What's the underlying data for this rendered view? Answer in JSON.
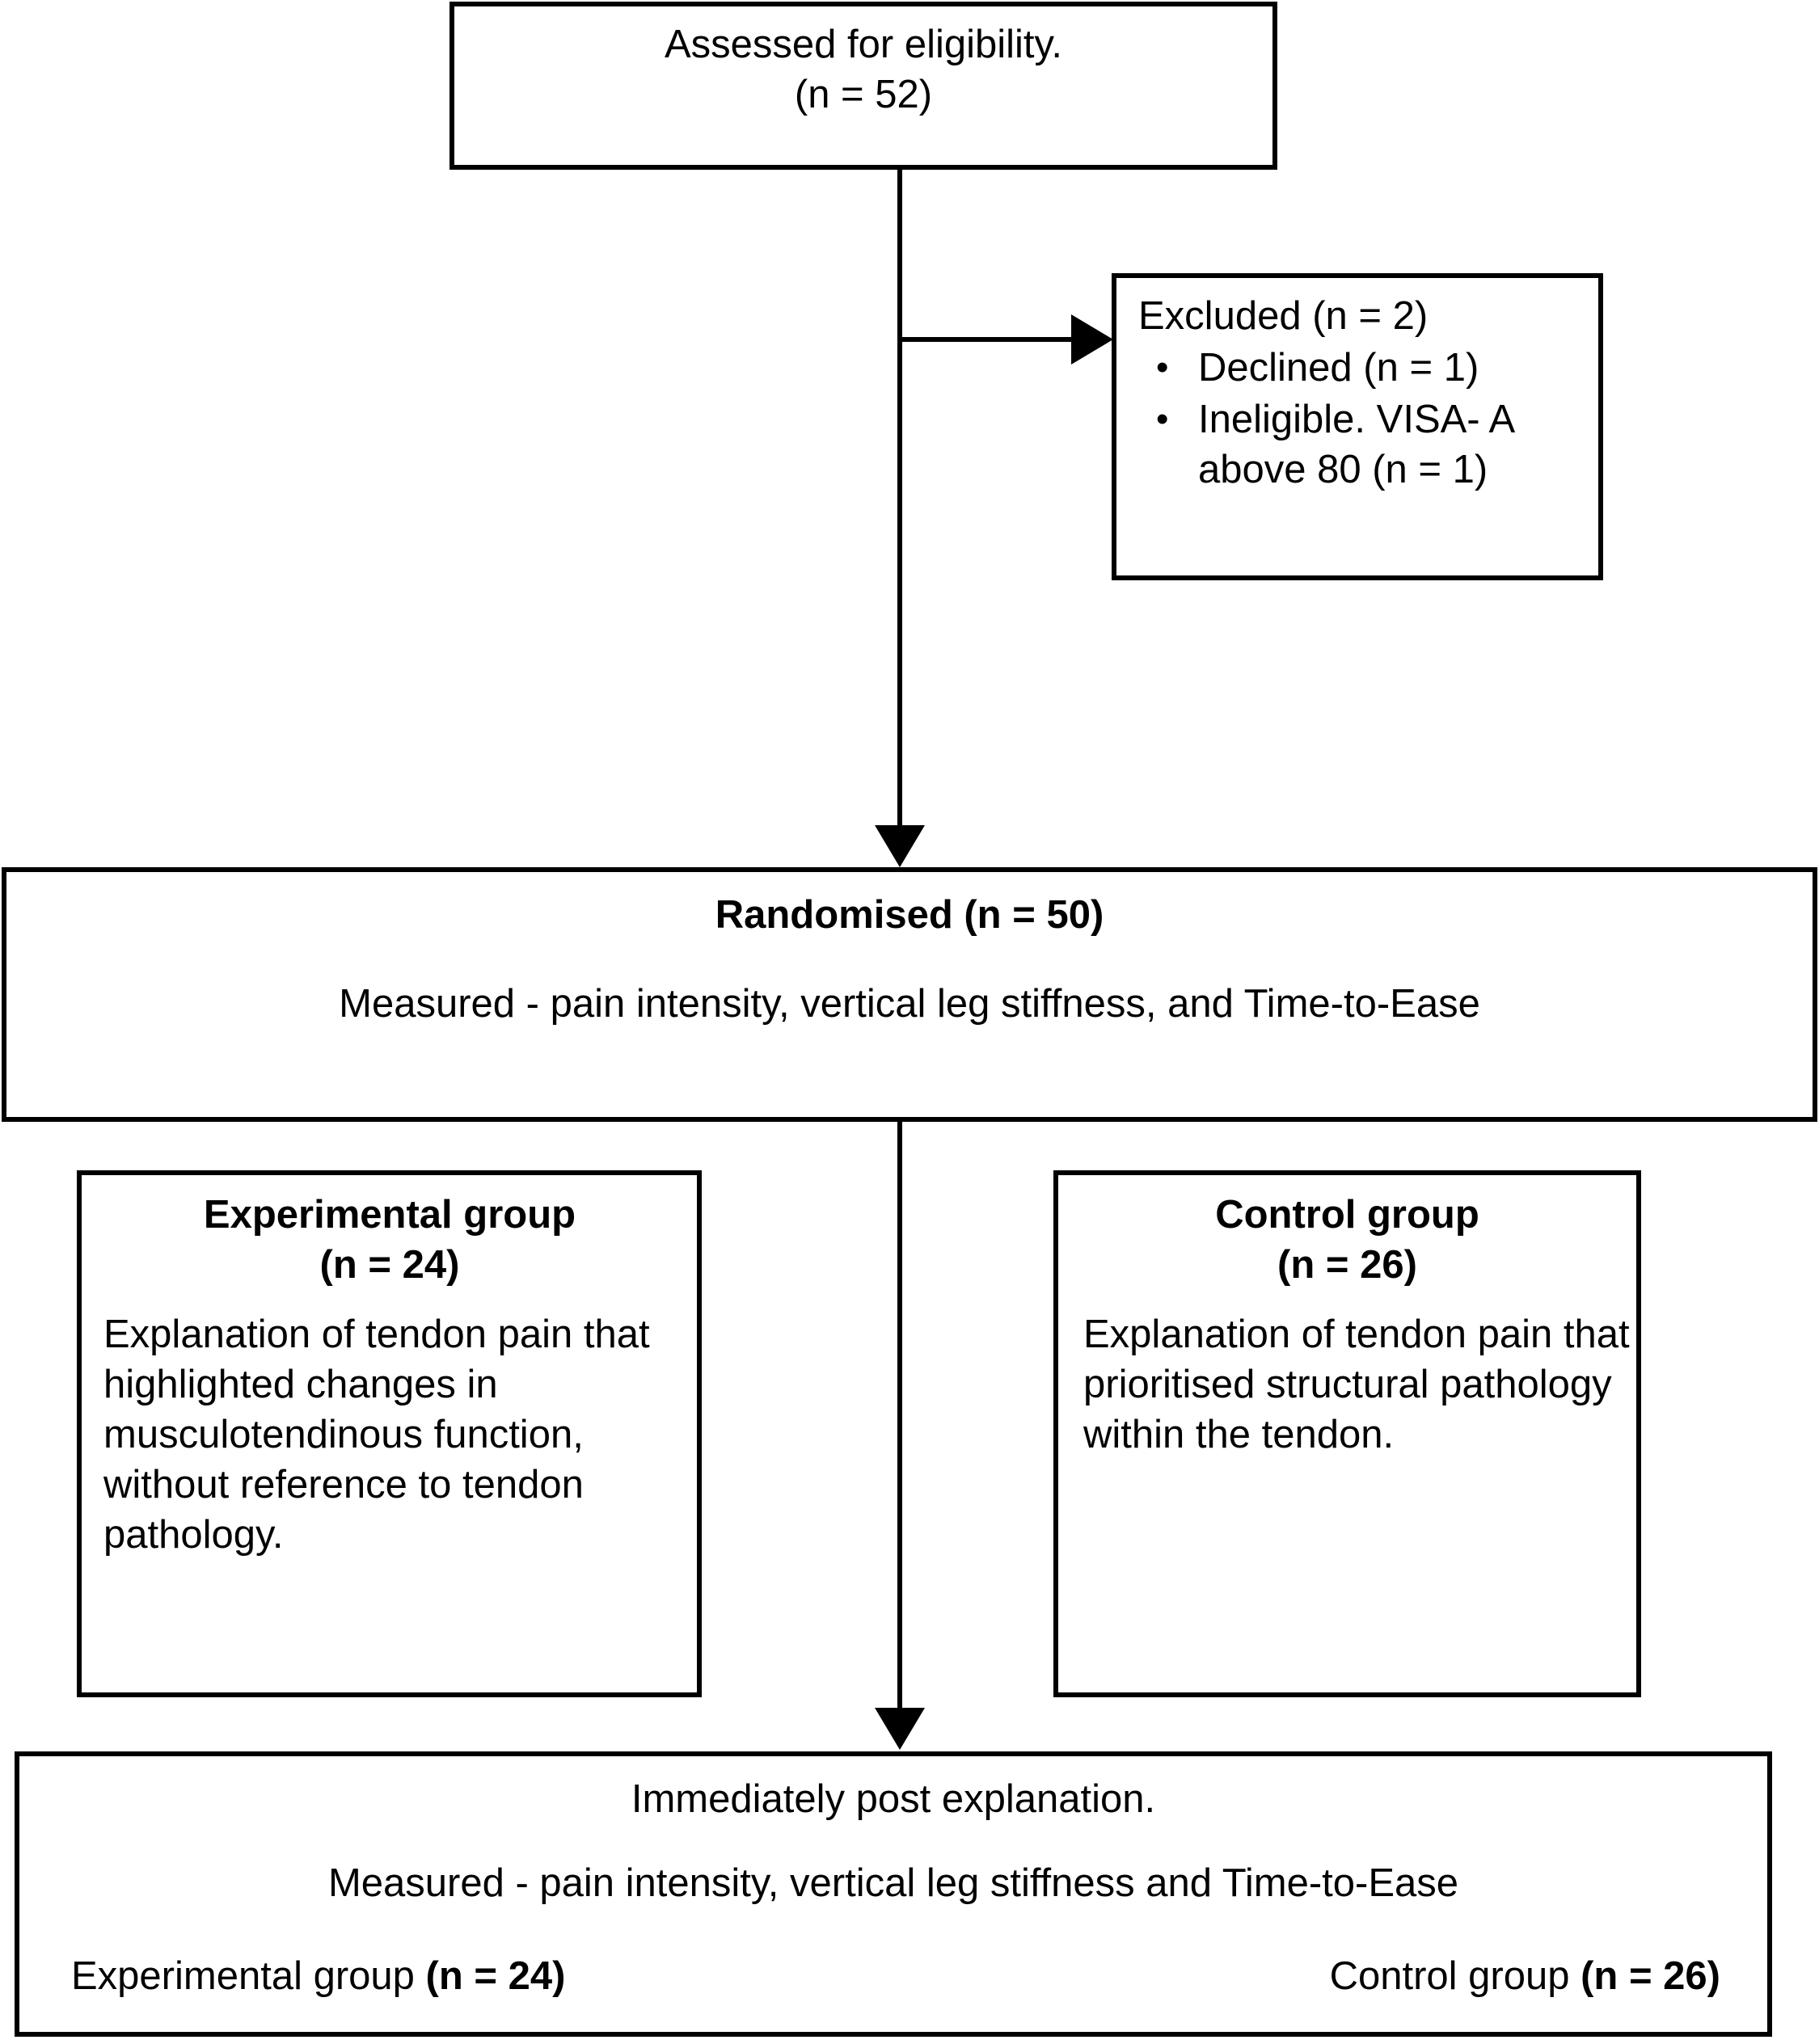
{
  "diagram": {
    "title": "CONSORT participant flow diagram",
    "line_color": "#000000",
    "background_color": "#ffffff"
  },
  "assessed": {
    "line1": "Assessed for eligibility.",
    "line2": "(n = 52)"
  },
  "excluded": {
    "title": "Excluded (n = 2)",
    "items": [
      "Declined (n = 1)",
      "Ineligible. VISA- A above 80 (n = 1)"
    ]
  },
  "randomised": {
    "title": "Randomised (n = 50)",
    "measured": "Measured - pain intensity, vertical leg stiffness, and Time-to-Ease"
  },
  "experimental": {
    "title_line1": "Experimental group",
    "title_line2": "(n = 24)",
    "body": "Explanation of tendon pain that highlighted changes in musculotendinous function, without reference to tendon pathology."
  },
  "control": {
    "title_line1": "Control group",
    "title_line2": "(n = 26)",
    "body": "Explanation of tendon pain that prioritised structural pathology within the tendon."
  },
  "post_explanation": {
    "title": "Immediately post explanation.",
    "measured": "Measured - pain intensity, vertical leg stiffness and Time-to-Ease",
    "experimental_label": "Experimental group ",
    "experimental_count": "(n = 24)",
    "control_label": "Control group ",
    "control_count": "(n = 26)"
  },
  "chart_data": {
    "type": "table",
    "title": "CONSORT flow of participants",
    "nodes": [
      {
        "id": "assessed",
        "label": "Assessed for eligibility.",
        "n": 52
      },
      {
        "id": "excluded",
        "label": "Excluded",
        "n": 2
      },
      {
        "id": "declined",
        "label": "Declined",
        "n": 1
      },
      {
        "id": "ineligible",
        "label": "Ineligible. VISA- A above 80",
        "n": 1
      },
      {
        "id": "randomised",
        "label": "Randomised",
        "n": 50
      },
      {
        "id": "experimental",
        "label": "Experimental group",
        "n": 24
      },
      {
        "id": "control",
        "label": "Control group",
        "n": 26
      },
      {
        "id": "post",
        "label": "Immediately post explanation.",
        "n": 50
      }
    ],
    "edges": [
      {
        "from": "assessed",
        "to": "excluded"
      },
      {
        "from": "assessed",
        "to": "randomised"
      },
      {
        "from": "randomised",
        "to": "post"
      }
    ]
  }
}
